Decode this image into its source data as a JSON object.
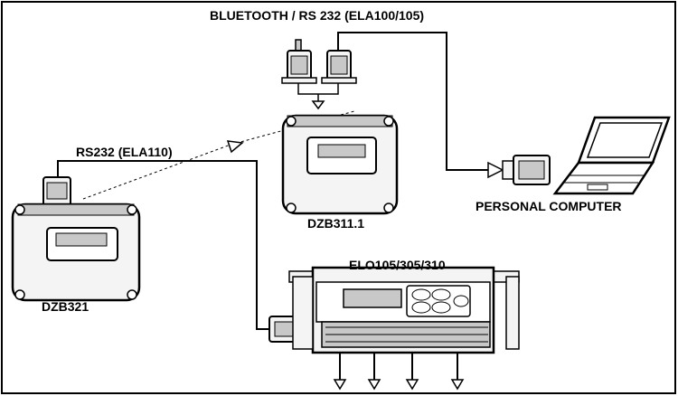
{
  "labels": {
    "bluetooth_rs232": "BLUETOOTH / RS 232 (ELA100/105)",
    "rs232": "RS232 (ELA110)",
    "personal_computer": "PERSONAL COMPUTER",
    "dzb311": "DZB311.1",
    "elo": "ELO105/305/310",
    "dzb321": "DZB321"
  },
  "colors": {
    "line": "#000000",
    "device_fill": "#f4f4f4",
    "device_shade": "#c8c8c8"
  }
}
